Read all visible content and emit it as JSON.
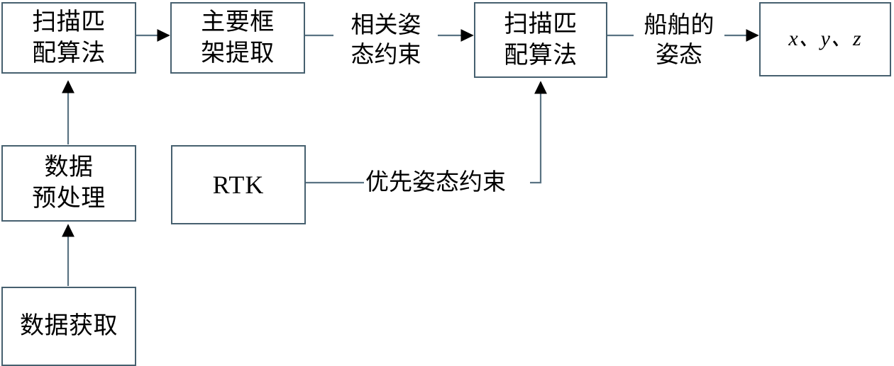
{
  "diagram": {
    "title": "扫描匹配算法流程图",
    "background": "#ffffff",
    "box_border_color": "#46606f",
    "connector_color": "#5a7383",
    "text_color": "#000000"
  },
  "nodes": [
    {
      "id": "scan_match_1",
      "label": "扫描匹\n配算法"
    },
    {
      "id": "frame_extract",
      "label": "主要框\n架提取"
    },
    {
      "id": "scan_match_2",
      "label": "扫描匹\n配算法"
    },
    {
      "id": "output_xyz",
      "label": "x、y、z"
    },
    {
      "id": "preprocess",
      "label": "数据\n预处理"
    },
    {
      "id": "rtk",
      "label": "RTK"
    },
    {
      "id": "acquire",
      "label": "数据获取"
    }
  ],
  "edge_labels": [
    {
      "id": "related_pose_constraint",
      "label": "相关姿\n态约束"
    },
    {
      "id": "ship_pose",
      "label": "船舶的\n姿态"
    },
    {
      "id": "prior_pose_constraint",
      "label": "优先姿态约束"
    }
  ],
  "edges": [
    {
      "id": "acquire-to-preprocess",
      "from": "acquire",
      "to": "preprocess",
      "arrow": true
    },
    {
      "id": "preprocess-to-scan-match-1",
      "from": "preprocess",
      "to": "scan_match_1",
      "arrow": true
    },
    {
      "id": "scan-match-1-to-frame-extract",
      "from": "scan_match_1",
      "to": "frame_extract",
      "arrow": true
    },
    {
      "id": "frame-extract-to-scan-match-2",
      "from": "frame_extract",
      "to": "scan_match_2",
      "arrow": true,
      "label": "related_pose_constraint"
    },
    {
      "id": "scan-match-2-to-output",
      "from": "scan_match_2",
      "to": "output_xyz",
      "arrow": true,
      "label": "ship_pose"
    },
    {
      "id": "rtk-to-scan-match-2",
      "from": "rtk",
      "to": "scan_match_2",
      "arrow": true,
      "label": "prior_pose_constraint"
    }
  ]
}
